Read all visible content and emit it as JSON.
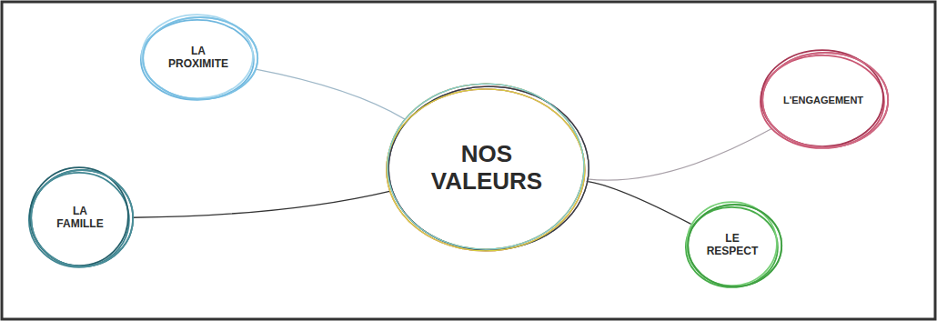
{
  "diagram": {
    "nodes": [
      {
        "text": [
          "LA PROXIMITE"
        ]
      },
      {
        "text": [
          "LA FAMILLE"
        ]
      },
      {
        "text": [
          "NOS VALEURS"
        ]
      },
      {
        "text": [
          "L'ENGAGEMENT"
        ]
      },
      {
        "text": [
          "LE RESPECT"
        ]
      }
    ],
    "edges": [
      {
        "from": 0,
        "to": 2,
        "arrow": "none"
      },
      {
        "from": 1,
        "to": 2,
        "arrow": "none"
      },
      {
        "from": 2,
        "to": 4,
        "arrow": "none"
      },
      {
        "from": 2,
        "to": 3,
        "arrow": "none"
      }
    ]
  }
}
